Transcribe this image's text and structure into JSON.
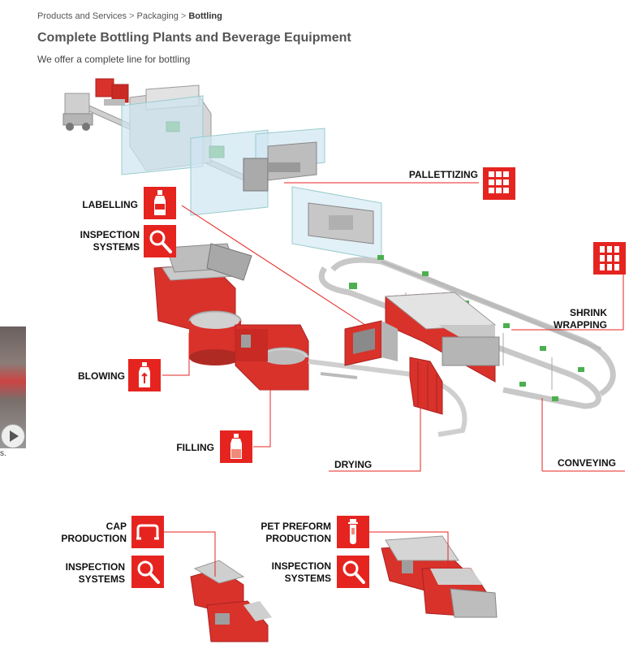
{
  "breadcrumb": {
    "items": [
      "Products and Services",
      "Packaging"
    ],
    "separator": ">",
    "current": "Bottling"
  },
  "page": {
    "title": "Complete Bottling Plants and Beverage Equipment",
    "subtitle": "We offer a complete line for bottling"
  },
  "labels": {
    "palletizing": "PALLETTIZING",
    "labelling": "LABELLING",
    "inspection_top": [
      "INSPECTION",
      "SYSTEMS"
    ],
    "shrink": [
      "SHRINK",
      "WRAPPING"
    ],
    "blowing": "BLOWING",
    "filling": "FILLING",
    "drying": "DRYING",
    "conveying": "CONVEYING",
    "cap": [
      "CAP",
      "PRODUCTION"
    ],
    "inspection_cap": [
      "INSPECTION",
      "SYSTEMS"
    ],
    "pet": [
      "PET PREFORM",
      "PRODUCTION"
    ],
    "inspection_pet": [
      "INSPECTION",
      "SYSTEMS"
    ]
  },
  "side": {
    "caption": "s."
  },
  "colors": {
    "accent": "#e52420",
    "machine_red": "#d8322b",
    "machine_grey": "#bfbfbf",
    "glass": "#cfe6f2",
    "leader": "#e52420"
  },
  "icons": {
    "palletizing": "pallet-boxes-icon",
    "labelling": "labelled-bottle-icon",
    "inspection": "magnifier-icon",
    "shrink": "shrink-pack-icon",
    "blowing": "preform-bottle-icon",
    "filling": "filled-bottle-icon",
    "cap": "cap-icon",
    "pet": "preform-icon"
  }
}
